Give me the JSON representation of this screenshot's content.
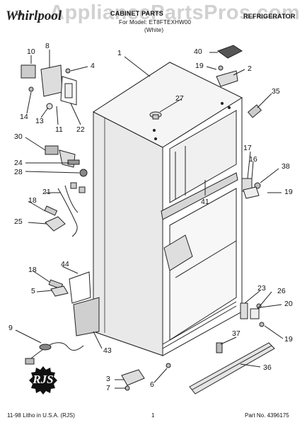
{
  "header": {
    "brand": "Whirlpool",
    "brand_sup": "AM",
    "watermark": "AppliancePartsPros.com",
    "title": "CABINET PARTS",
    "model": "For Model: ET8FTEXHW00",
    "color": "(White)",
    "category": "REFRIGERATOR"
  },
  "callouts": [
    "10",
    "8",
    "4",
    "1",
    "40",
    "19",
    "2",
    "27",
    "35",
    "30",
    "24",
    "28",
    "14",
    "13",
    "11",
    "22",
    "21",
    "18",
    "25",
    "17",
    "16",
    "38",
    "19",
    "41",
    "44",
    "18",
    "5",
    "23",
    "26",
    "20",
    "43",
    "9",
    "19",
    "37",
    "36",
    "3",
    "7",
    "6"
  ],
  "footer": {
    "litho": "11-98 Litho in U.S.A. (RJS)",
    "page_number": "1",
    "part_no": "Part No. 4396175"
  },
  "seal": "RJS"
}
